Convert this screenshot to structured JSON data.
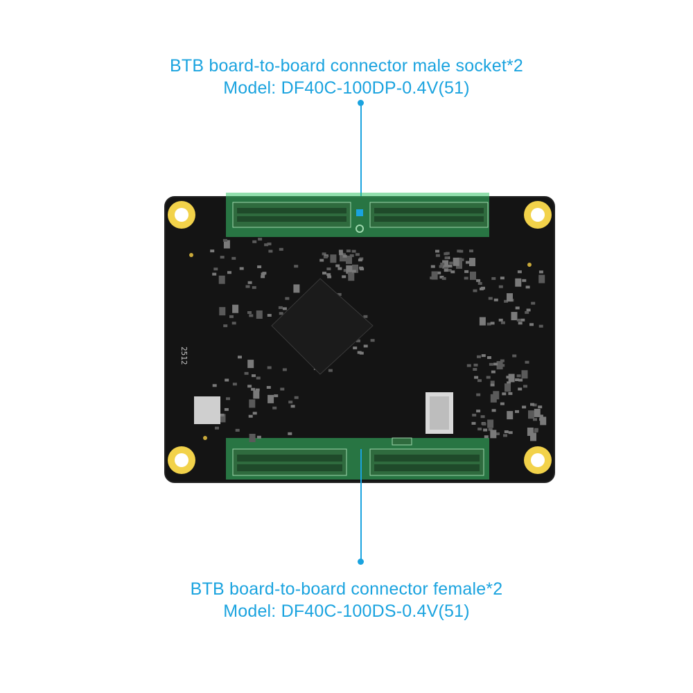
{
  "callouts": {
    "top": {
      "line1": "BTB board-to-board connector male socket*2",
      "line2": "Model: DF40C-100DP-0.4V(51)"
    },
    "bottom": {
      "line1": "BTB board-to-board connector female*2",
      "line2": "Model: DF40C-100DS-0.4V(51)"
    }
  },
  "board": {
    "silkscreen_code": "2512",
    "colors": {
      "pcb": "#141414",
      "pcb_edge": "#1c1c1c",
      "mounting_pad": "#f2d24a",
      "connector_highlight": "#39c46a",
      "connector_body": "#2f6b3e",
      "accent": "#1aa3df",
      "component": "#6e6e6e"
    }
  }
}
